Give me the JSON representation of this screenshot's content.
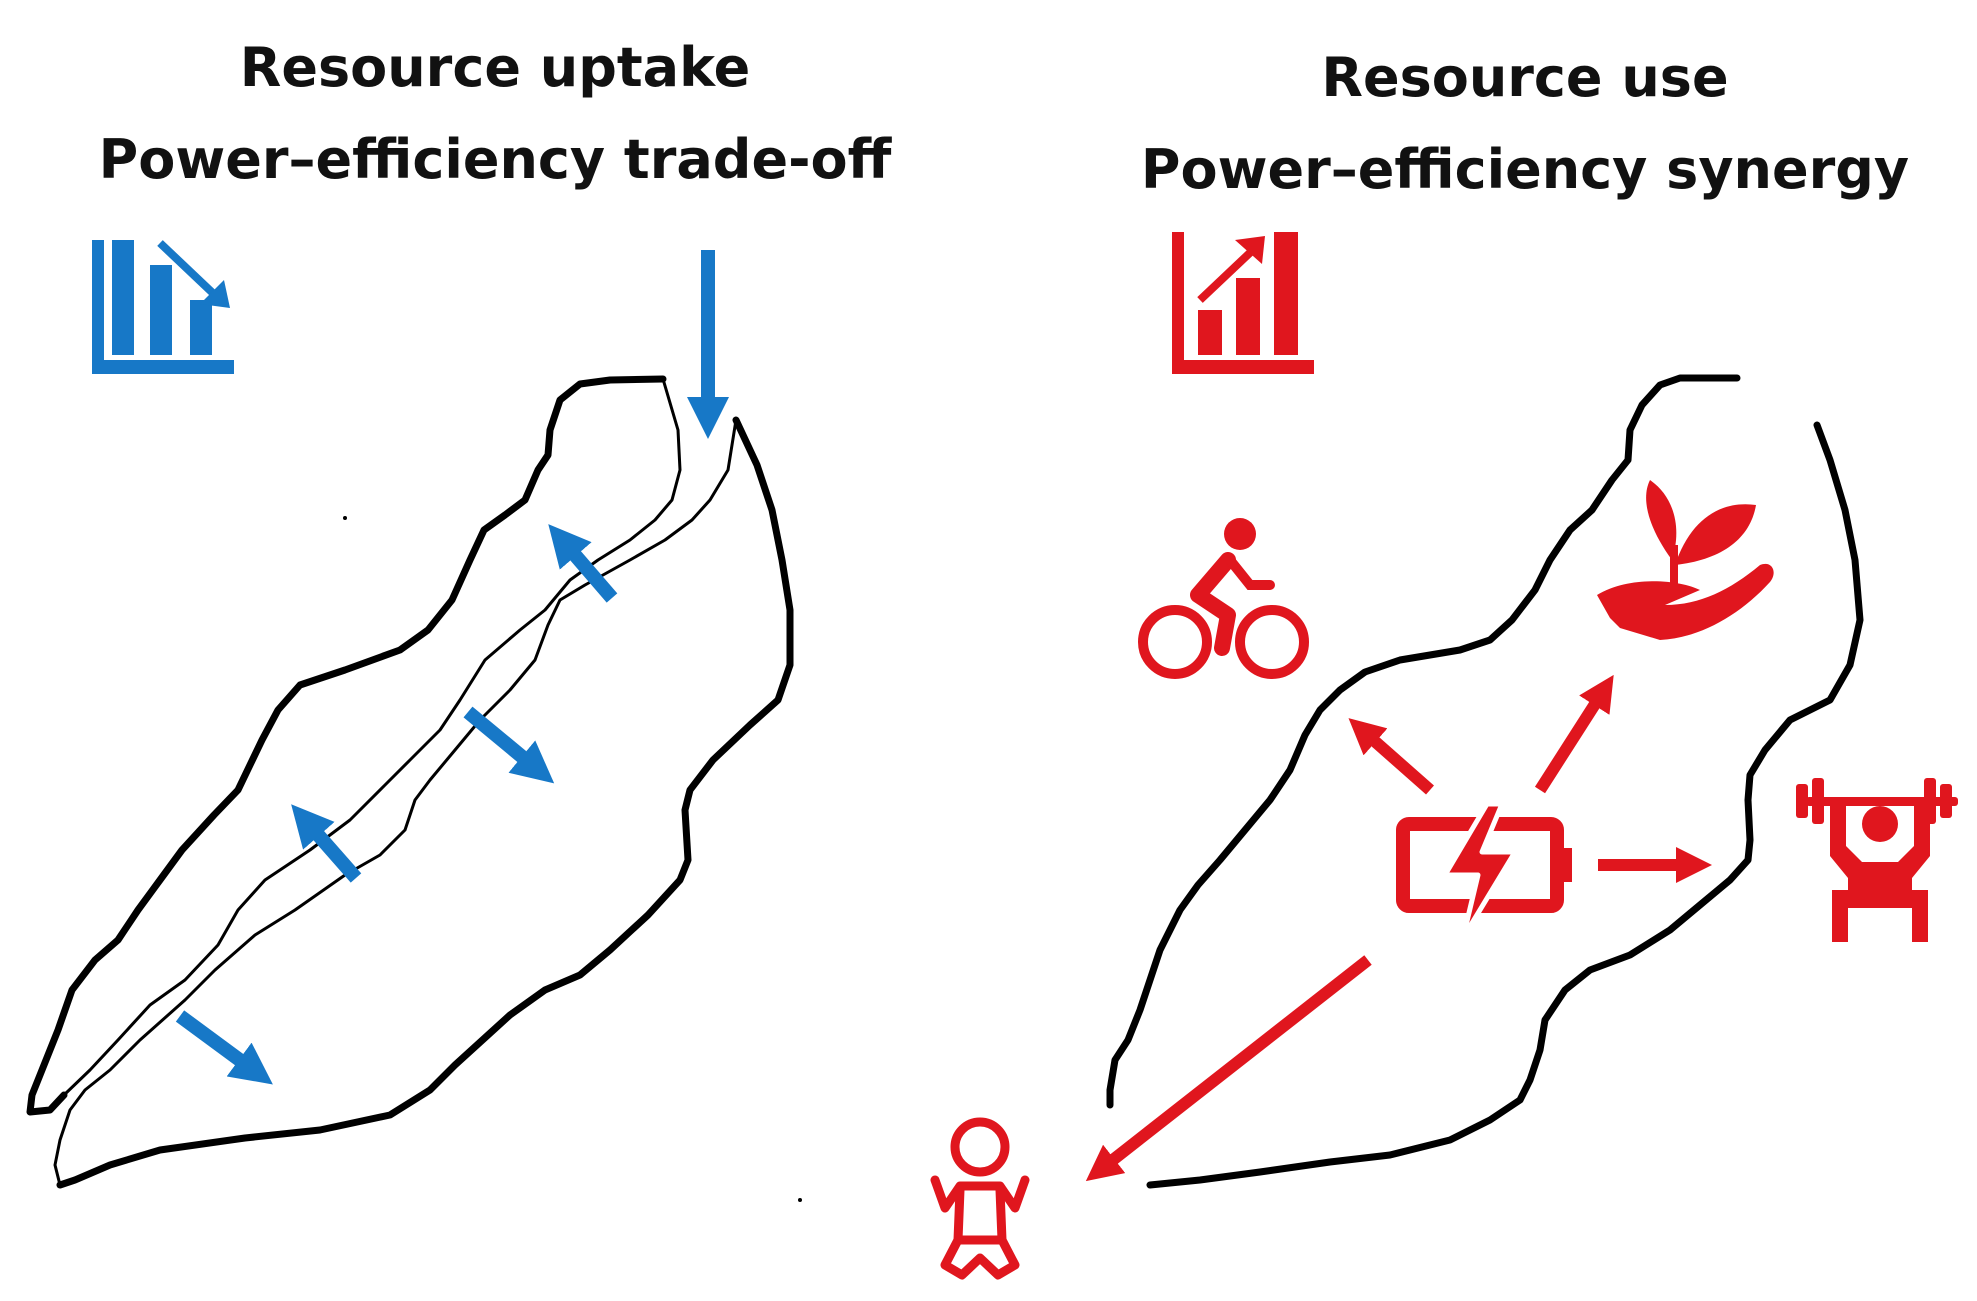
{
  "left_panel": {
    "title_line1": "Resource uptake",
    "title_line2": "Power–efficiency trade-off",
    "accent_color": "#1778c7",
    "icon": "bar-chart-decrease-icon"
  },
  "right_panel": {
    "title_line1": "Resource use",
    "title_line2": "Power–efficiency synergy",
    "accent_color": "#e0161e",
    "icon": "bar-chart-increase-icon",
    "allocation_icons": [
      "battery-energy-icon",
      "cyclist-icon",
      "plant-in-hand-icon",
      "weightlifter-icon",
      "baby-icon"
    ]
  }
}
